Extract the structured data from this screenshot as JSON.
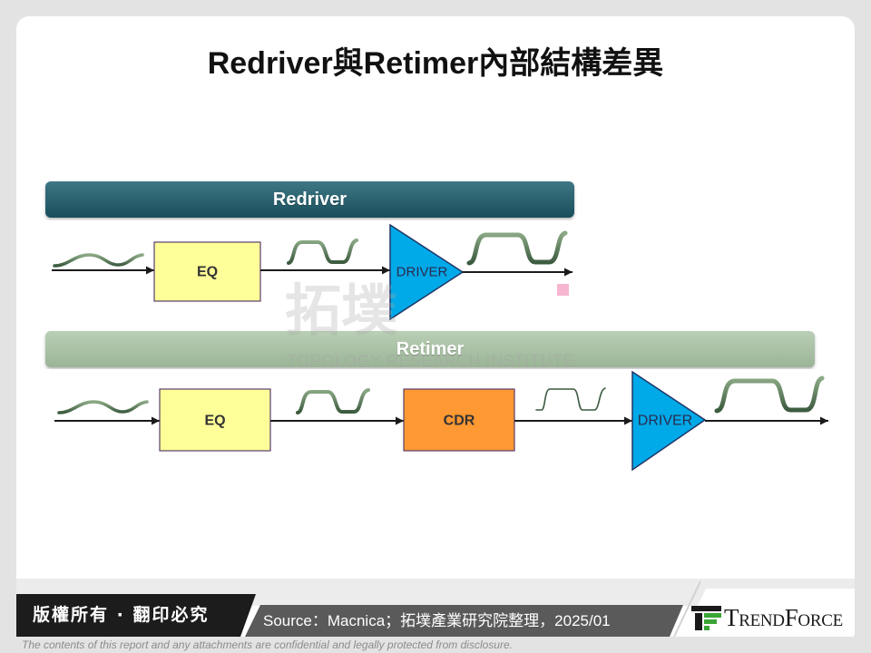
{
  "title": "Redriver與Retimer內部結構差異",
  "redriver": {
    "header": "Redriver",
    "blocks": {
      "eq": "EQ",
      "driver": "DRIVER"
    }
  },
  "retimer": {
    "header": "Retimer",
    "blocks": {
      "eq": "EQ",
      "cdr": "CDR",
      "driver": "DRIVER"
    }
  },
  "watermark": {
    "mark": "拓墣",
    "tagline": "TOPOLOGY RESEARCH INSTITUTE"
  },
  "footer": {
    "copyright": "版權所有 · 翻印必究",
    "source": "Source：Macnica；拓墣產業研究院整理，2025/01",
    "brand": "TrendForce",
    "disclaimer": "The contents of this report and any attachments are confidential and legally protected from disclosure."
  },
  "colors": {
    "redriver_bar": "#1f6070",
    "retimer_bar": "#a8c3a3",
    "eq_block": "#ffff99",
    "cdr_block": "#ff9933",
    "driver_block": "#00a9e8",
    "signal_wave": "#3b5a3e",
    "footer_dark": "#1c1c1c",
    "footer_grey": "#5a5a5a",
    "brand_green": "#3aa535"
  }
}
